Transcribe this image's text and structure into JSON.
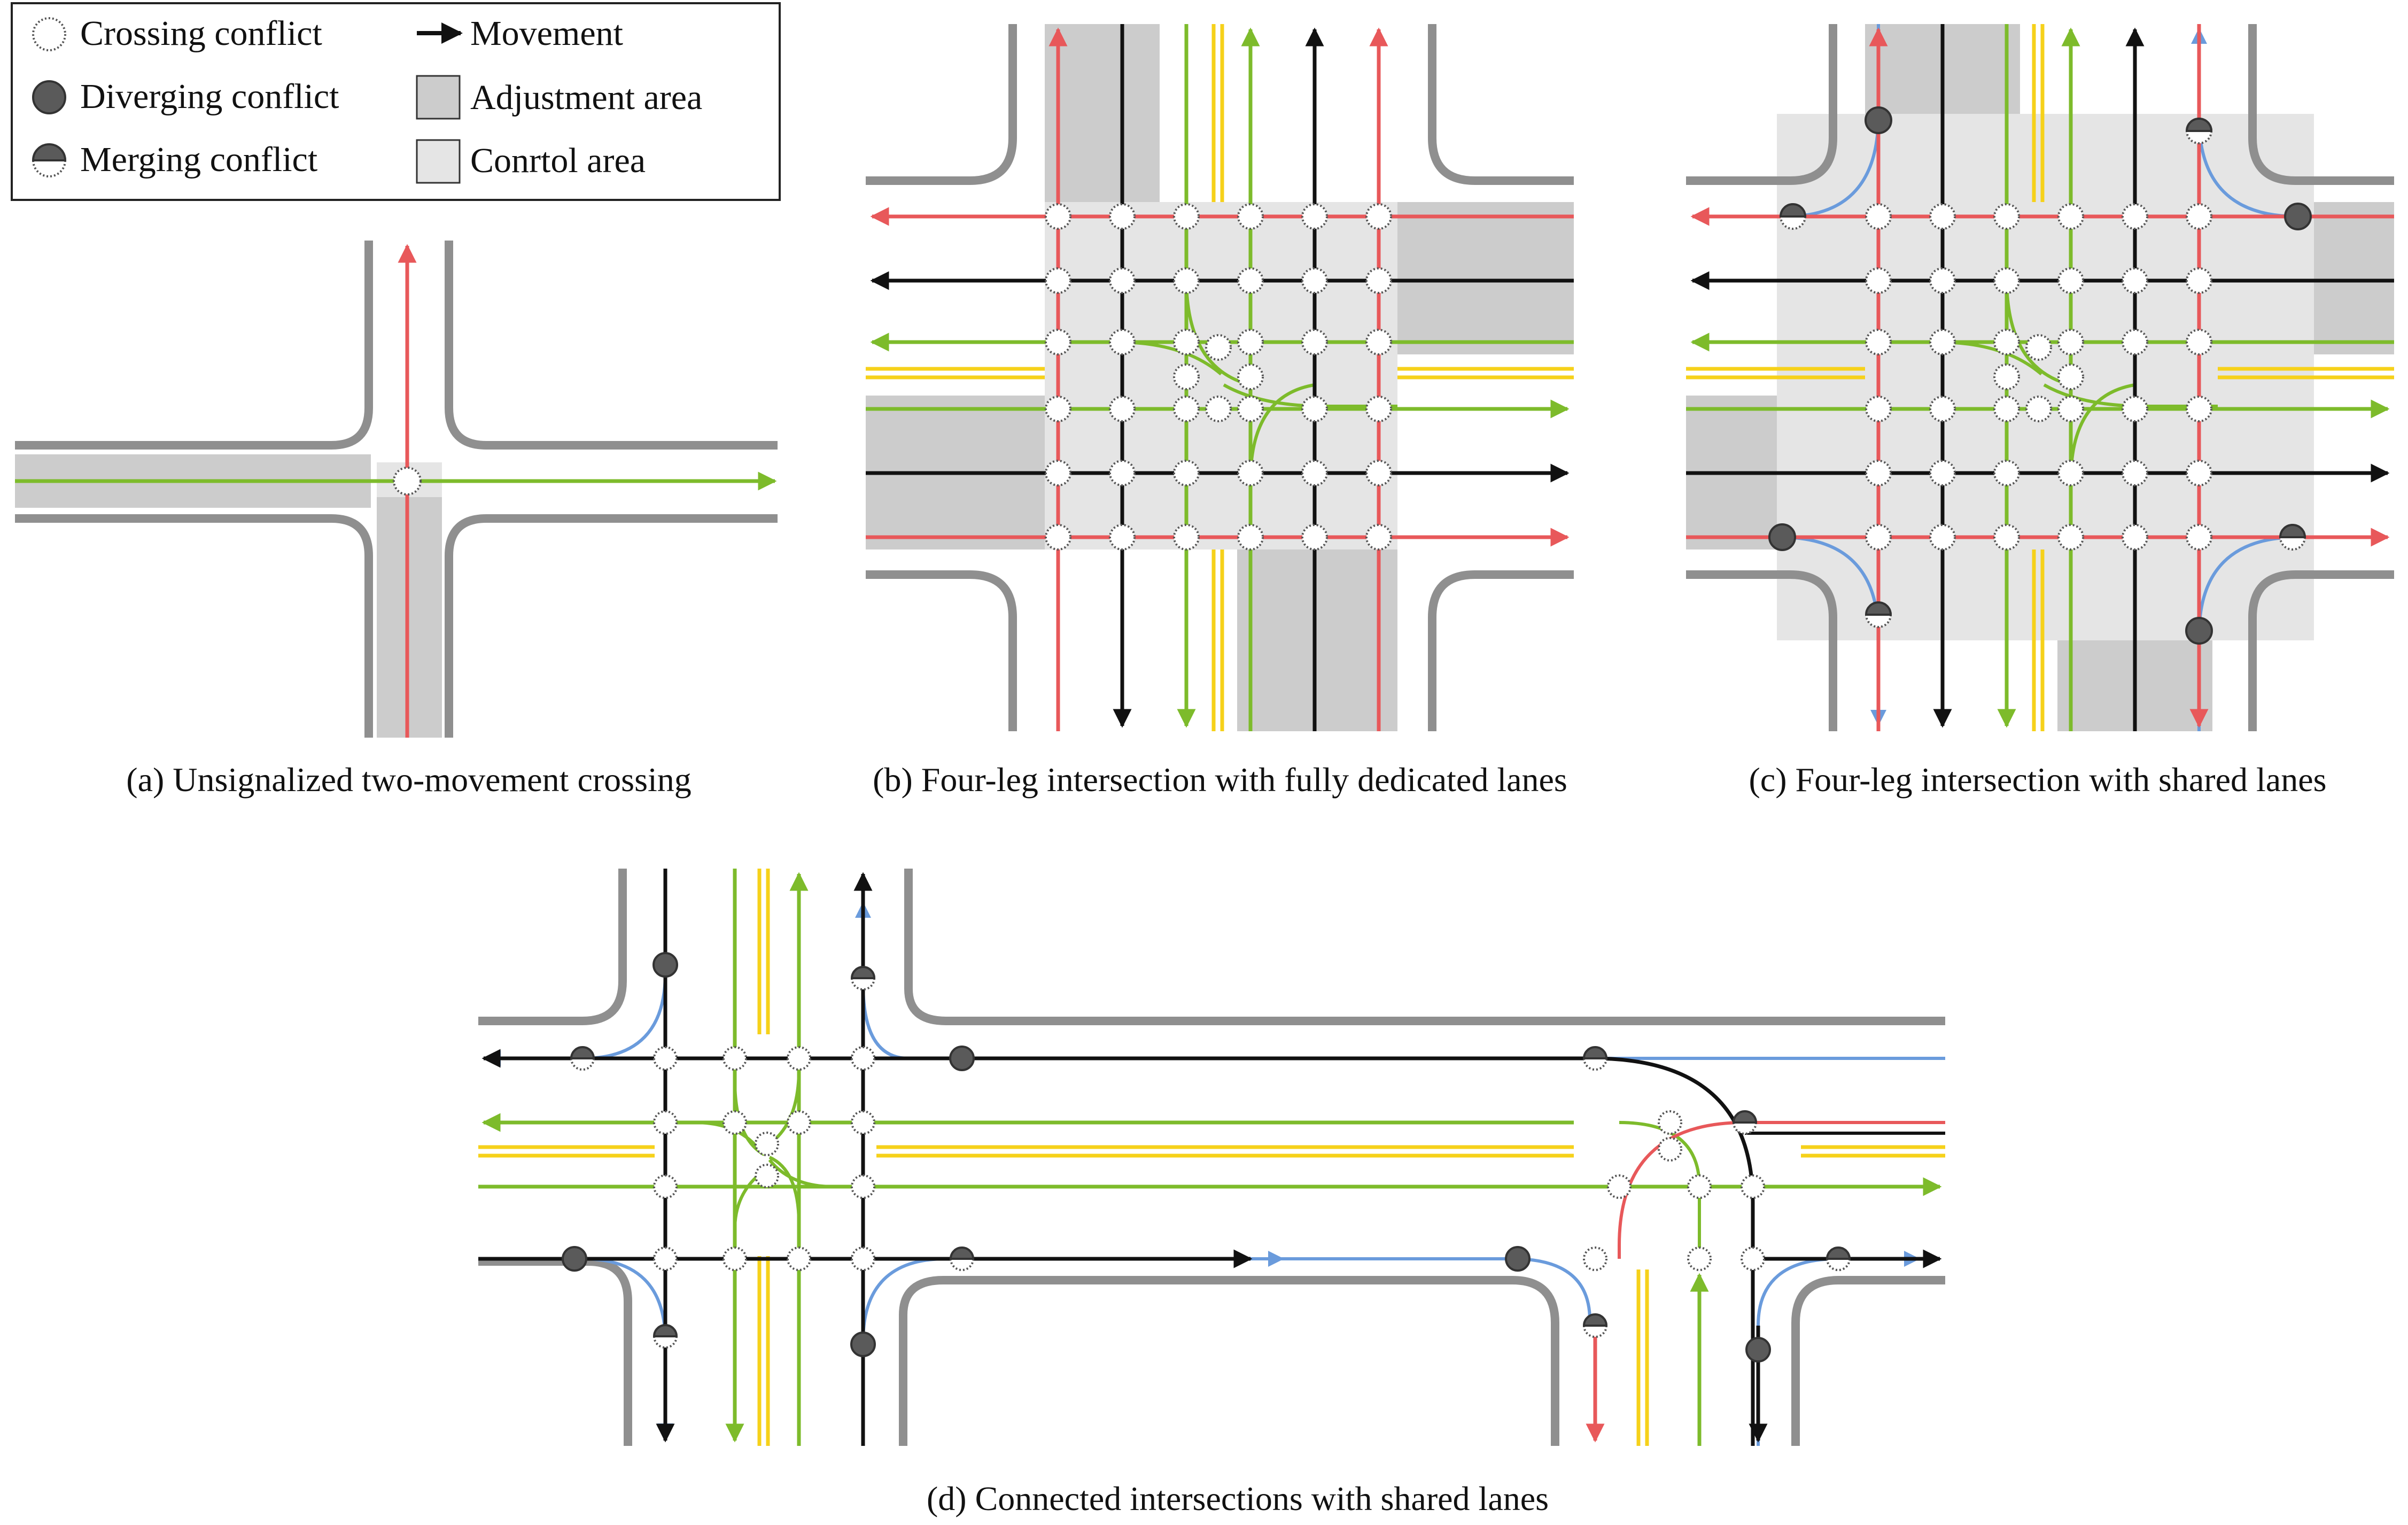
{
  "legend": {
    "crossing": "Crossing conflict",
    "diverging": "Diverging conflict",
    "merging": "Merging conflict",
    "movement": "Movement",
    "adjustment": "Adjustment area",
    "control": "Conrtol area"
  },
  "captions": {
    "a": "(a) Unsignalized two-movement crossing",
    "b": "(b) Four-leg intersection with fully dedicated lanes",
    "c": "(c) Four-leg intersection with shared lanes",
    "d": "(d) Connected intersections with shared lanes"
  },
  "colors": {
    "red": "#E8585A",
    "green": "#7DBB2B",
    "black": "#111111",
    "blue": "#6A9BDC",
    "yellow": "#F6D11A",
    "curb": "#8F8F8F",
    "adjustment": "#CCCCCC",
    "control": "#E5E5E5",
    "diverging_fill": "#5A5A5A"
  },
  "icons": {
    "crossing": "white-circle-dotted-icon",
    "diverging": "dark-filled-circle-icon",
    "merging": "half-dark-circle-icon",
    "movement": "arrow-icon",
    "adjustment": "gray-square-icon",
    "control": "light-square-icon"
  }
}
